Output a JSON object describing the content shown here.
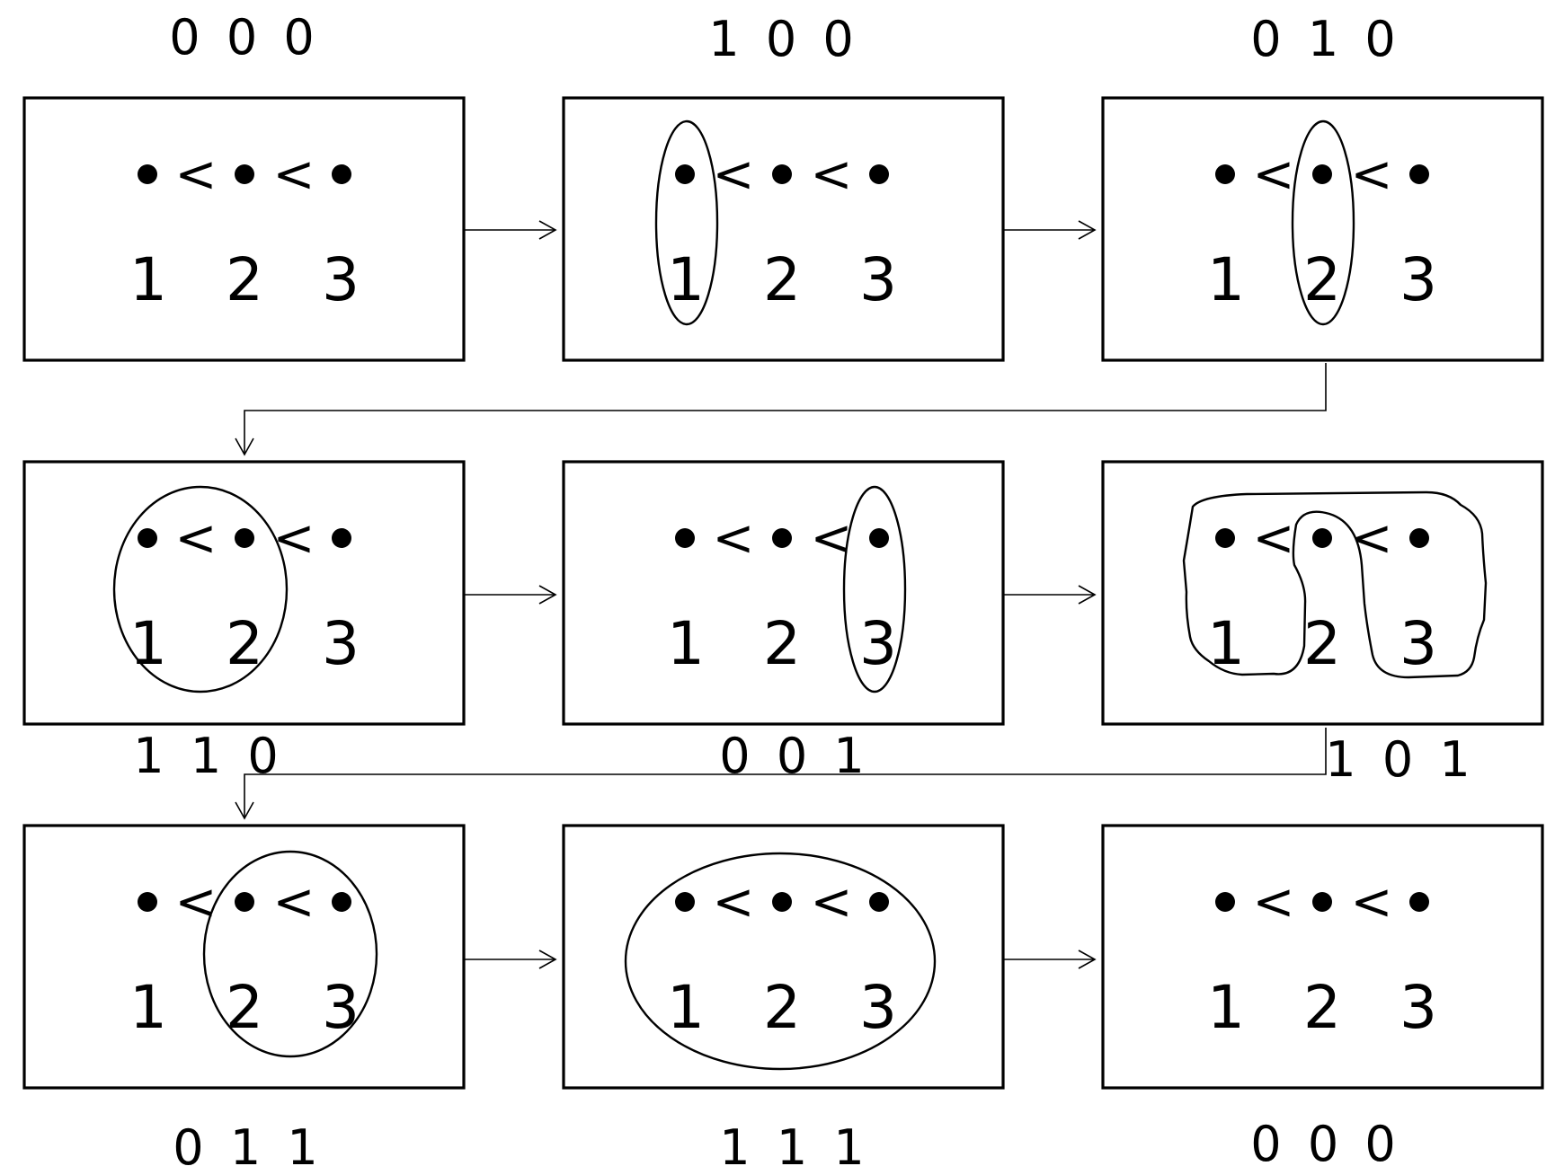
{
  "panels": [
    {
      "label": "0 0 0",
      "lt": "<",
      "numbers": [
        "1",
        "2",
        "3"
      ]
    },
    {
      "label": "1 0 0",
      "lt": "<",
      "numbers": [
        "1",
        "2",
        "3"
      ]
    },
    {
      "label": "0 1 0",
      "lt": "<",
      "numbers": [
        "1",
        "2",
        "3"
      ]
    },
    {
      "label": "1 1 0",
      "lt": "<",
      "numbers": [
        "1",
        "2",
        "3"
      ]
    },
    {
      "label": "0 0 1",
      "lt": "<",
      "numbers": [
        "1",
        "2",
        "3"
      ]
    },
    {
      "label": "1 0 1",
      "lt": "<",
      "numbers": [
        "1",
        "2",
        "3"
      ]
    },
    {
      "label": "0 1 1",
      "lt": "<",
      "numbers": [
        "1",
        "2",
        "3"
      ]
    },
    {
      "label": "1 1 1",
      "lt": "<",
      "numbers": [
        "1",
        "2",
        "3"
      ]
    },
    {
      "label": "0 0 0",
      "lt": "<",
      "numbers": [
        "1",
        "2",
        "3"
      ]
    }
  ]
}
